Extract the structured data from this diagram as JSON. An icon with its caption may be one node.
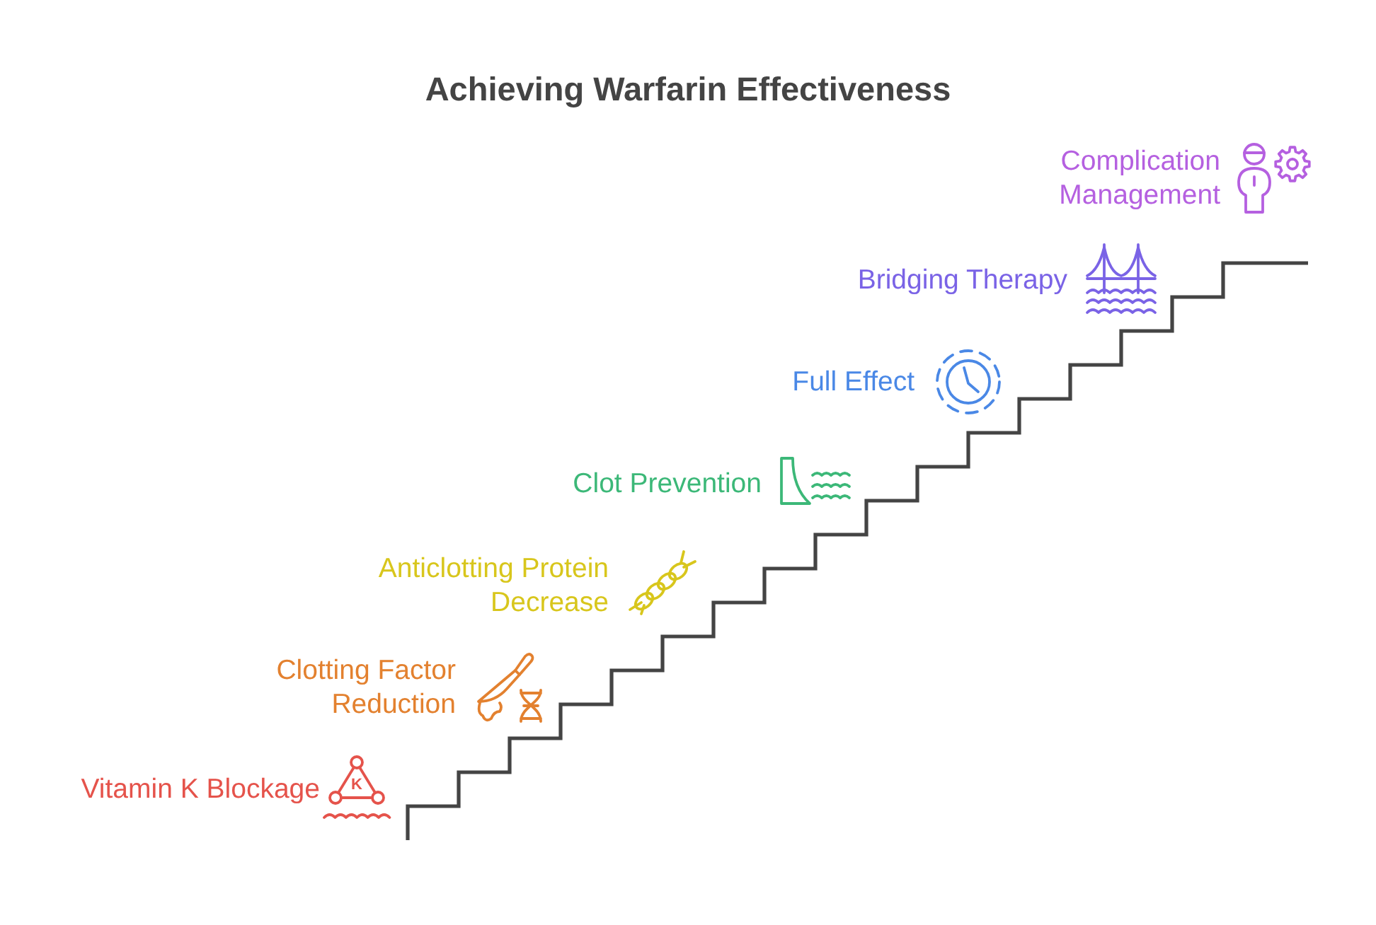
{
  "diagram": {
    "title": "Achieving Warfarin Effectiveness",
    "nodes": [
      {
        "text": [
          "Vitamin K Blockage"
        ]
      },
      {
        "text": [
          "Clotting Factor Reduction"
        ]
      },
      {
        "text": [
          "Anticlotting Protein Decrease"
        ]
      },
      {
        "text": [
          "Clot Prevention"
        ]
      },
      {
        "text": [
          "Full Effect"
        ]
      },
      {
        "text": [
          "Bridging Therapy"
        ]
      },
      {
        "text": [
          "Complication Management"
        ]
      }
    ],
    "edges": [],
    "labels": [
      "K"
    ]
  }
}
